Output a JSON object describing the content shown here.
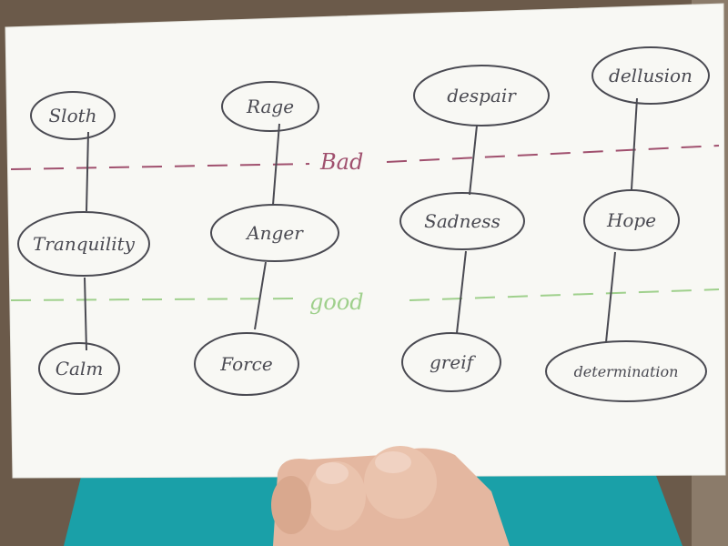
{
  "diagram": {
    "columns": [
      {
        "bad": "Sloth",
        "middle": "Tranquility",
        "good": "Calm"
      },
      {
        "bad": "Rage",
        "middle": "Anger",
        "good": "Force"
      },
      {
        "bad": "despair",
        "middle": "Sadness",
        "good": "greif"
      },
      {
        "bad": "dellusion",
        "middle": "Hope",
        "good": "determination"
      }
    ],
    "dividers": {
      "bad": {
        "label": "Bad",
        "color": "#a0506e"
      },
      "good": {
        "label": "good",
        "color": "#9fd08c"
      }
    }
  },
  "colors": {
    "paper": "#f8f8f4",
    "ink": "#4a4a52",
    "background": "#6b5a4a",
    "shirt": "#1aa0a8",
    "skin": "#e4b7a0"
  }
}
